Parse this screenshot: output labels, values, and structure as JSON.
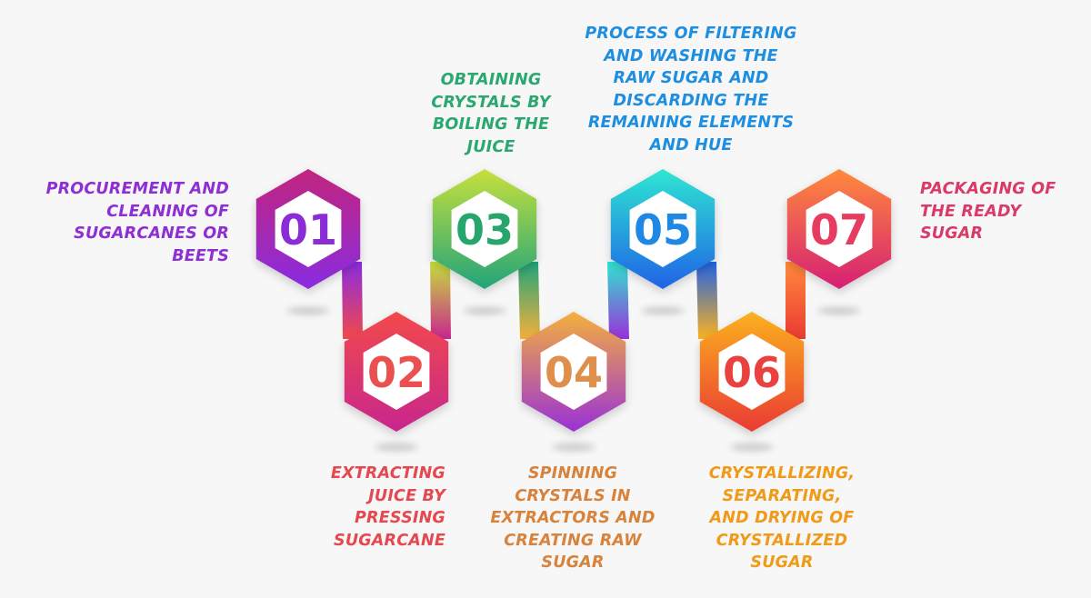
{
  "steps": [
    {
      "number": "01",
      "text": "PROCUREMENT AND\nCLEANING OF\nSUGARCANES OR\nBEETS",
      "color": "#8e2ed3",
      "gradient": [
        "#c2267e",
        "#8a2ce0"
      ],
      "number_color": "#8a2dd6"
    },
    {
      "number": "02",
      "text": "EXTRACTING\nJUICE BY\nPRESSING\nSUGARCANE",
      "color": "#e5484f",
      "gradient": [
        "#f2494b",
        "#c8268e"
      ],
      "number_color": "#e9504f"
    },
    {
      "number": "03",
      "text": "OBTAINING\nCRYSTALS BY\nBOILING THE\nJUICE",
      "color": "#2aa870",
      "gradient": [
        "#c6e03c",
        "#21a47a"
      ],
      "number_color": "#26a56d"
    },
    {
      "number": "04",
      "text": "SPINNING\nCRYSTALS IN\nEXTRACTORS AND\nCREATING RAW\nSUGAR",
      "color": "#d7833b",
      "gradient": [
        "#f4b03c",
        "#9a30d8"
      ],
      "number_color": "#dd8f4b"
    },
    {
      "number": "05",
      "text": "PROCESS OF FILTERING\nAND WASHING THE\nRAW SUGAR AND\nDISCARDING THE\nREMAINING ELEMENTS\nAND HUE",
      "color": "#1e8ee0",
      "gradient": [
        "#2fe6d2",
        "#1f63e6"
      ],
      "number_color": "#1e88e4"
    },
    {
      "number": "06",
      "text": "CRYSTALLIZING,\nSEPARATING,\nAND DRYING OF\nCRYSTALLIZED\nSUGAR",
      "color": "#f09a18",
      "gradient": [
        "#fbb11f",
        "#ea3a33"
      ],
      "number_color": "#e9413f"
    },
    {
      "number": "07",
      "text": "PACKAGING OF\nTHE READY\nSUGAR",
      "color": "#d93a68",
      "gradient": [
        "#ff8a3c",
        "#d61f74"
      ],
      "number_color": "#e53c5f"
    }
  ]
}
